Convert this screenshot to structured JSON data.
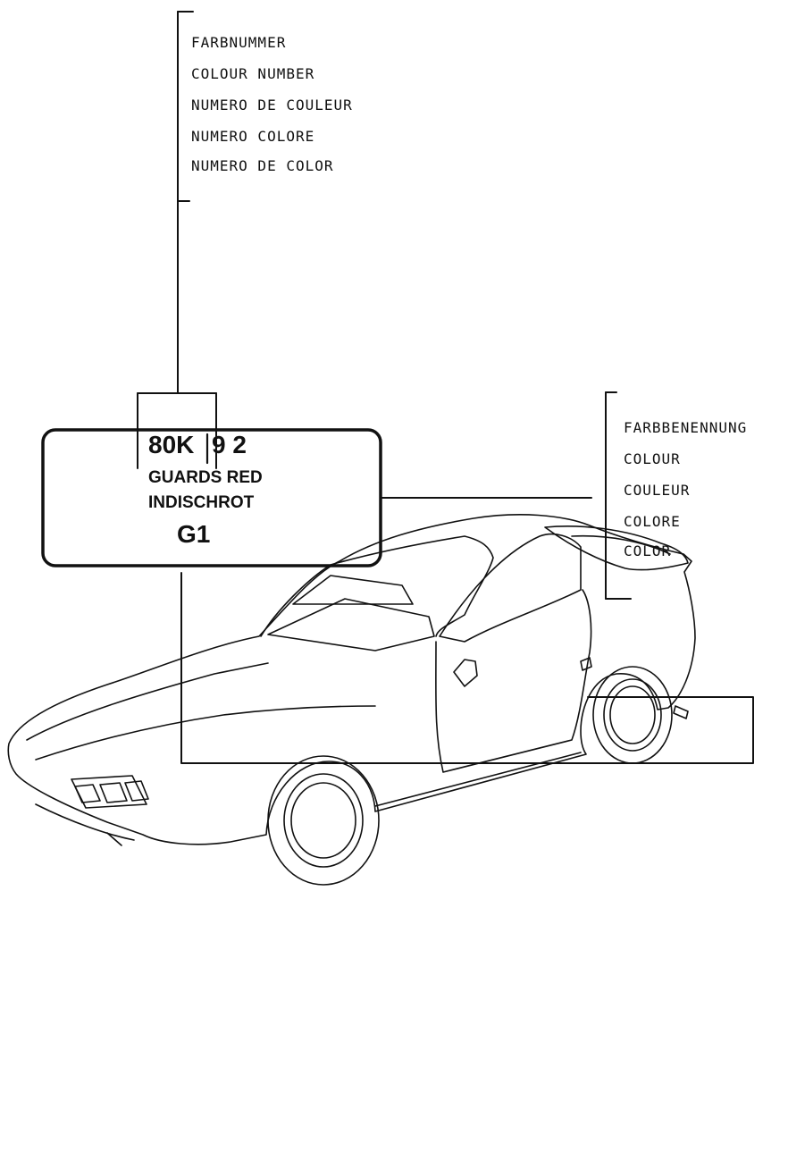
{
  "colour_number_labels": [
    "FARBNUMMER",
    "COLOUR NUMBER",
    "NUMERO DE COULEUR",
    "NUMERO COLORE",
    "NUMERO DE COLOR"
  ],
  "colour_name_labels": [
    "FARBBENENNUNG",
    "COLOUR",
    "COULEUR",
    "COLORE",
    "COLOR"
  ],
  "paint_tag": {
    "number_part_a": "80K",
    "number_part_b": "9 2",
    "name_english": "GUARDS RED",
    "name_german": "INDISCHROT",
    "code": "G1"
  },
  "car_illustration": "sports-coupe-line-drawing"
}
